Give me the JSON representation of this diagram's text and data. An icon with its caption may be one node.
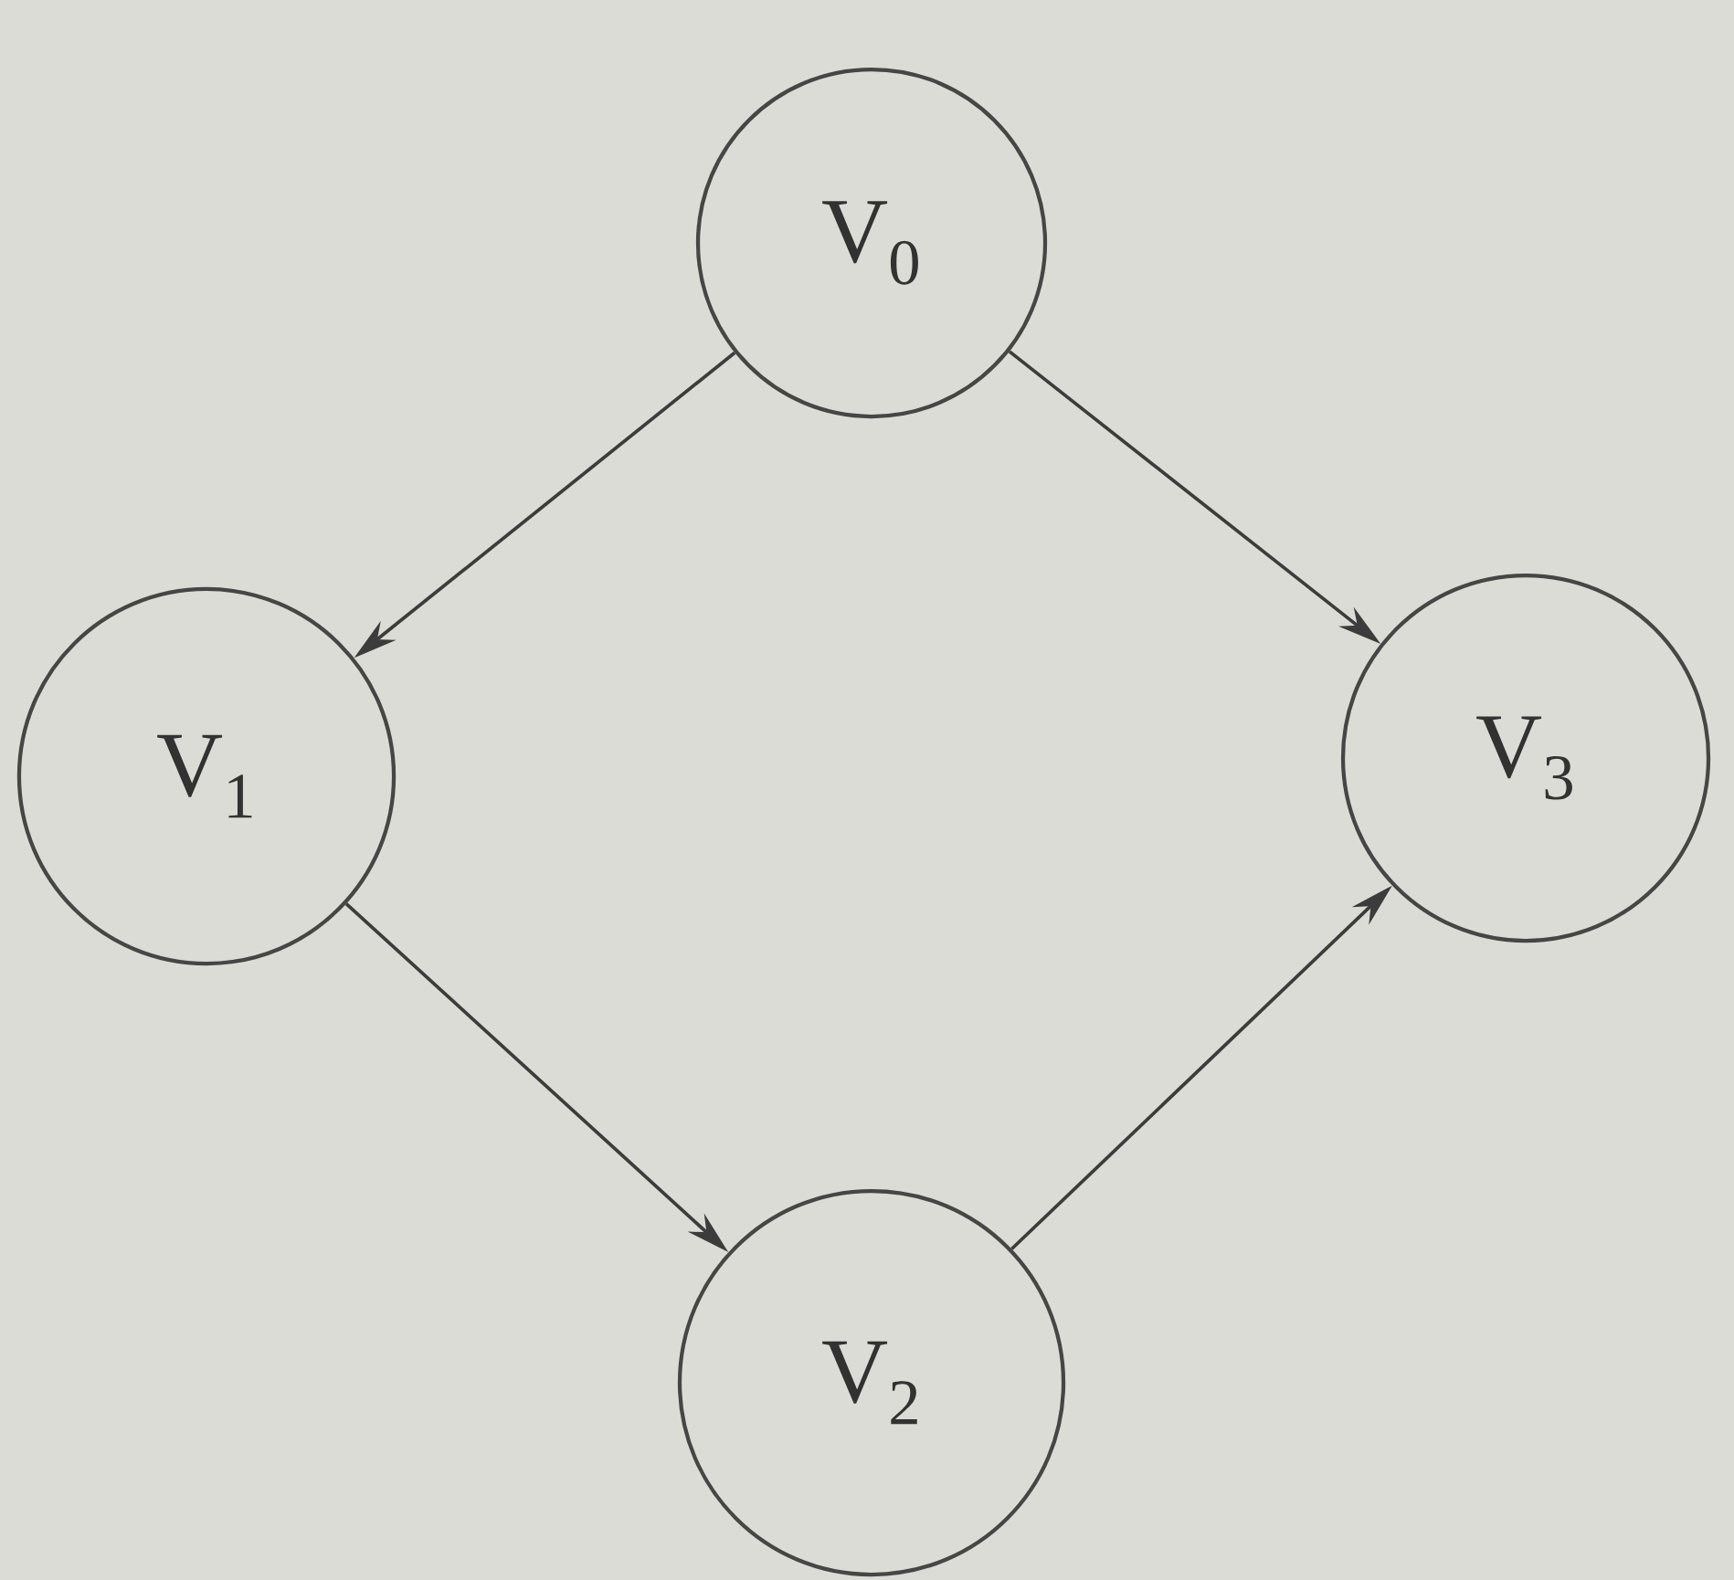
{
  "diagram": {
    "nodes": [
      {
        "text": [
          "V$_{0}$"
        ]
      },
      {
        "text": [
          "V$_{1}$"
        ]
      },
      {
        "text": [
          "V$_{2}$"
        ]
      },
      {
        "text": [
          "V$_{3}$"
        ]
      }
    ],
    "edges": [
      {
        "from": 0,
        "to": 1,
        "arrow": "to"
      },
      {
        "from": 0,
        "to": 3,
        "arrow": "to"
      },
      {
        "from": 1,
        "to": 2,
        "arrow": "to"
      },
      {
        "from": 2,
        "to": 3,
        "arrow": "to"
      }
    ]
  }
}
